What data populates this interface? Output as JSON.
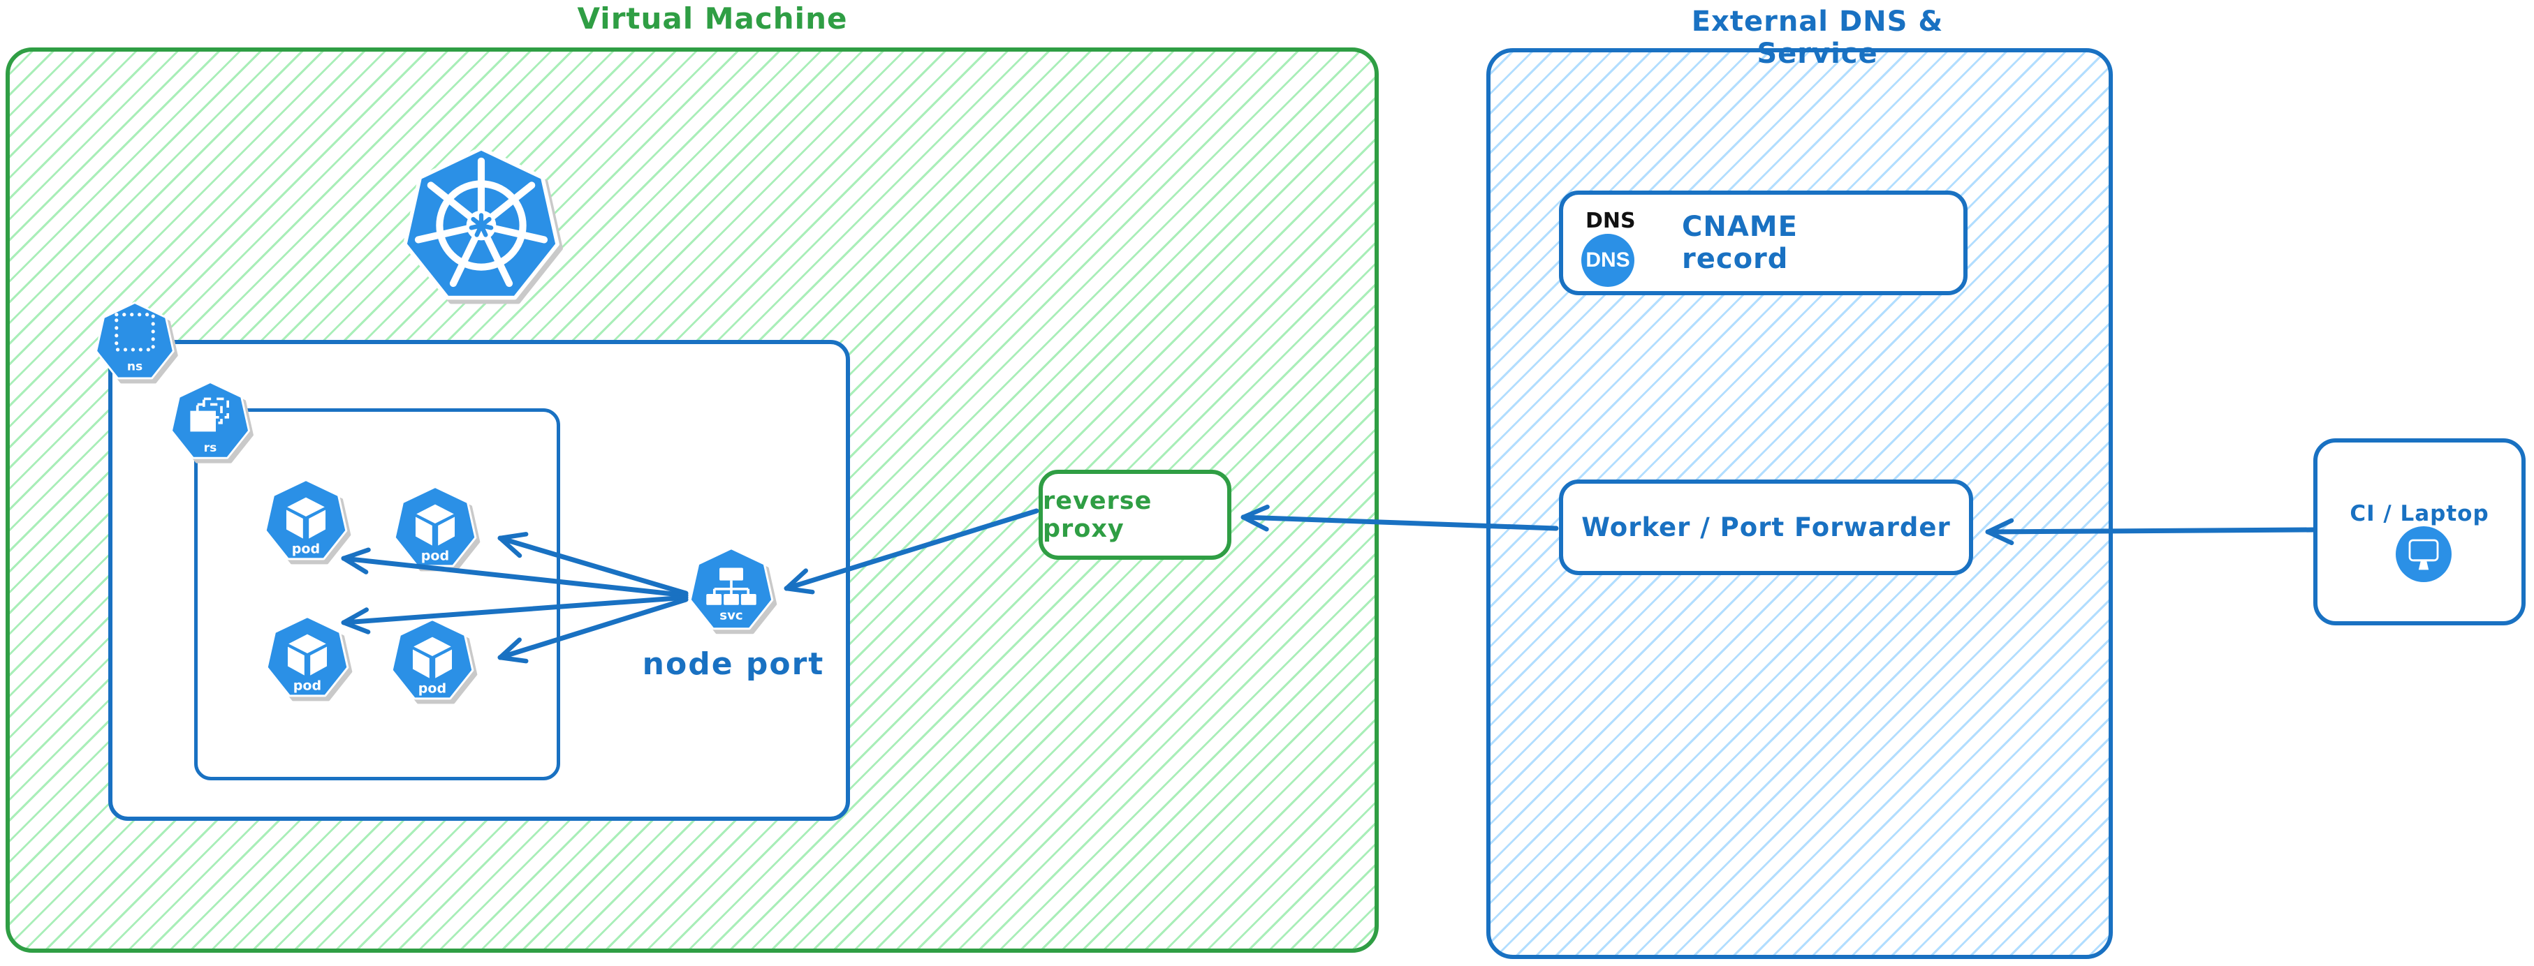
{
  "vm": {
    "title": "Virtual Machine",
    "node_port_label": "node port",
    "reverse_proxy_label": "reverse proxy",
    "namespace_icon_label": "ns",
    "replicaset_icon_label": "rs",
    "pod_icon_label": "pod",
    "service_icon_label": "svc"
  },
  "external": {
    "title": "External DNS & Service",
    "dns_card": {
      "heading": "DNS",
      "badge": "DNS",
      "label": "CNAME record"
    },
    "worker_card": {
      "label": "Worker / Port Forwarder"
    }
  },
  "ci_card": {
    "label": "CI / Laptop"
  },
  "colors": {
    "green_stroke": "#2f9e44",
    "green_hatch": "#8ce99a",
    "blue_stroke": "#1971c2",
    "blue_hatch": "#a5d8ff",
    "icon_blue": "#2b90e6",
    "icon_shadow": "#c9c9c9",
    "heading_black": "#111111"
  }
}
